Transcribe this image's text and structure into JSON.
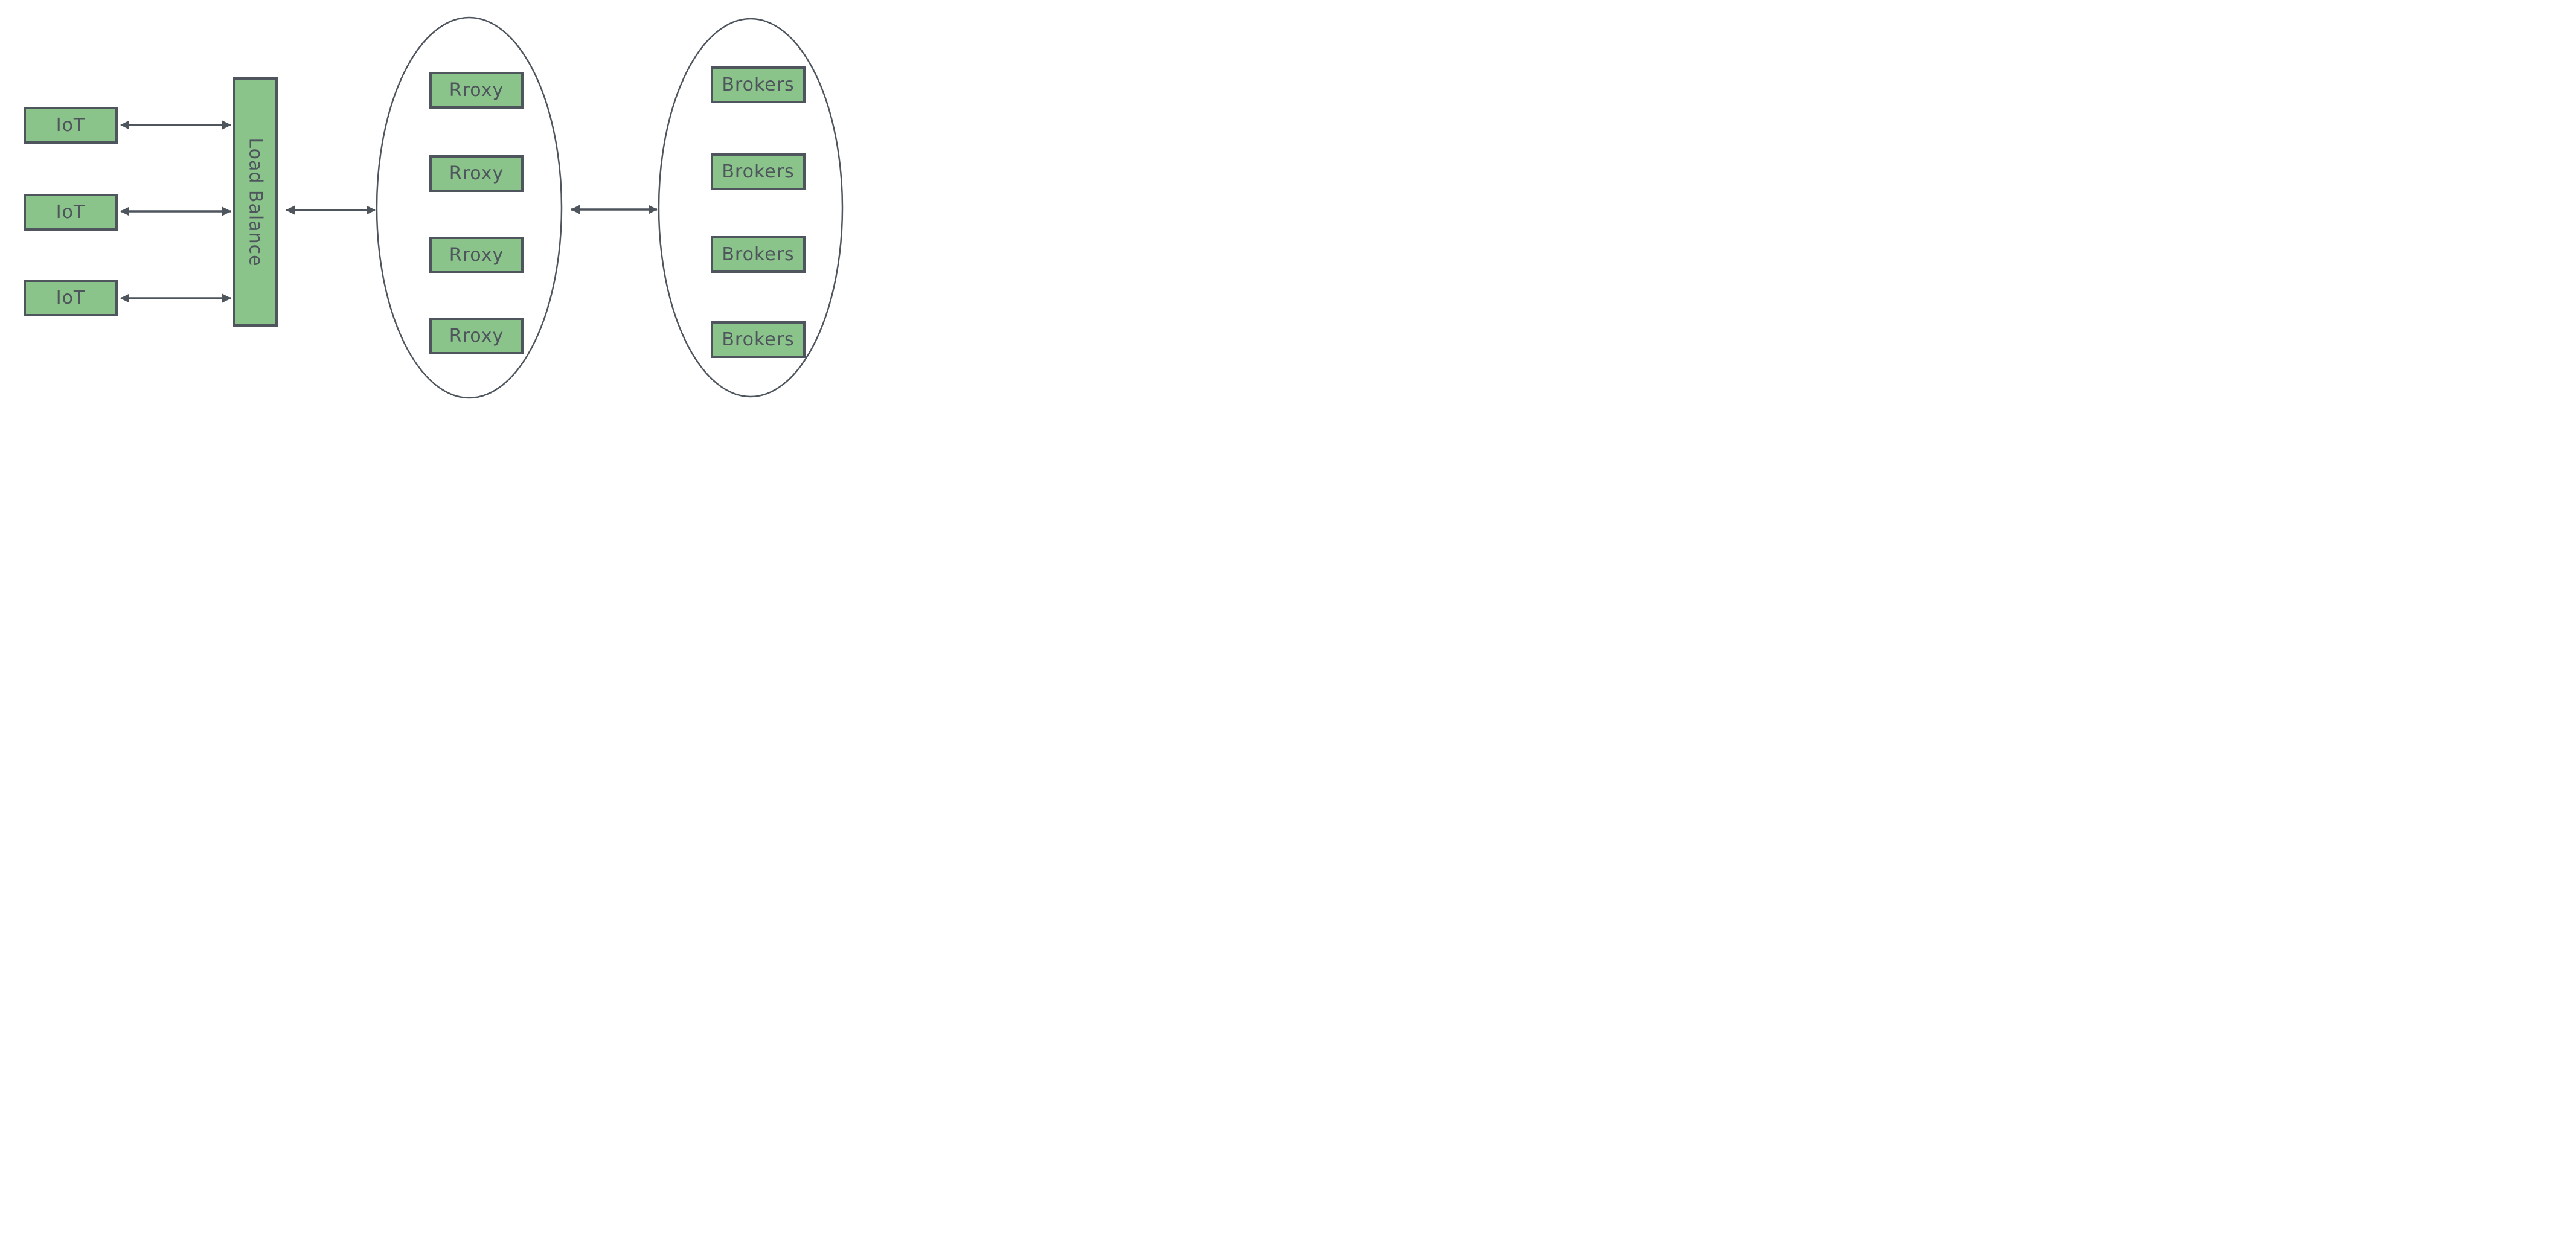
{
  "diagram": {
    "background_color": "#ffffff",
    "node_fill_color": "#8bc48b",
    "stroke_color": "#4e555d",
    "clients": [
      {
        "label": "IoT"
      },
      {
        "label": "IoT"
      },
      {
        "label": "IoT"
      }
    ],
    "load_balancer": {
      "label": "Load Balance"
    },
    "proxy_cluster": {
      "shape": "ellipse",
      "nodes": [
        {
          "label": "Rroxy"
        },
        {
          "label": "Rroxy"
        },
        {
          "label": "Rroxy"
        },
        {
          "label": "Rroxy"
        }
      ]
    },
    "broker_cluster": {
      "shape": "ellipse",
      "nodes": [
        {
          "label": "Brokers"
        },
        {
          "label": "Brokers"
        },
        {
          "label": "Brokers"
        },
        {
          "label": "Brokers"
        }
      ]
    },
    "edges": [
      {
        "from": "IoT #1",
        "to": "Load Balance",
        "style": "double-arrow"
      },
      {
        "from": "IoT #2",
        "to": "Load Balance",
        "style": "double-arrow"
      },
      {
        "from": "IoT #3",
        "to": "Load Balance",
        "style": "double-arrow"
      },
      {
        "from": "Load Balance",
        "to": "Proxy cluster",
        "style": "double-arrow"
      },
      {
        "from": "Proxy cluster",
        "to": "Broker cluster",
        "style": "double-arrow"
      }
    ]
  }
}
